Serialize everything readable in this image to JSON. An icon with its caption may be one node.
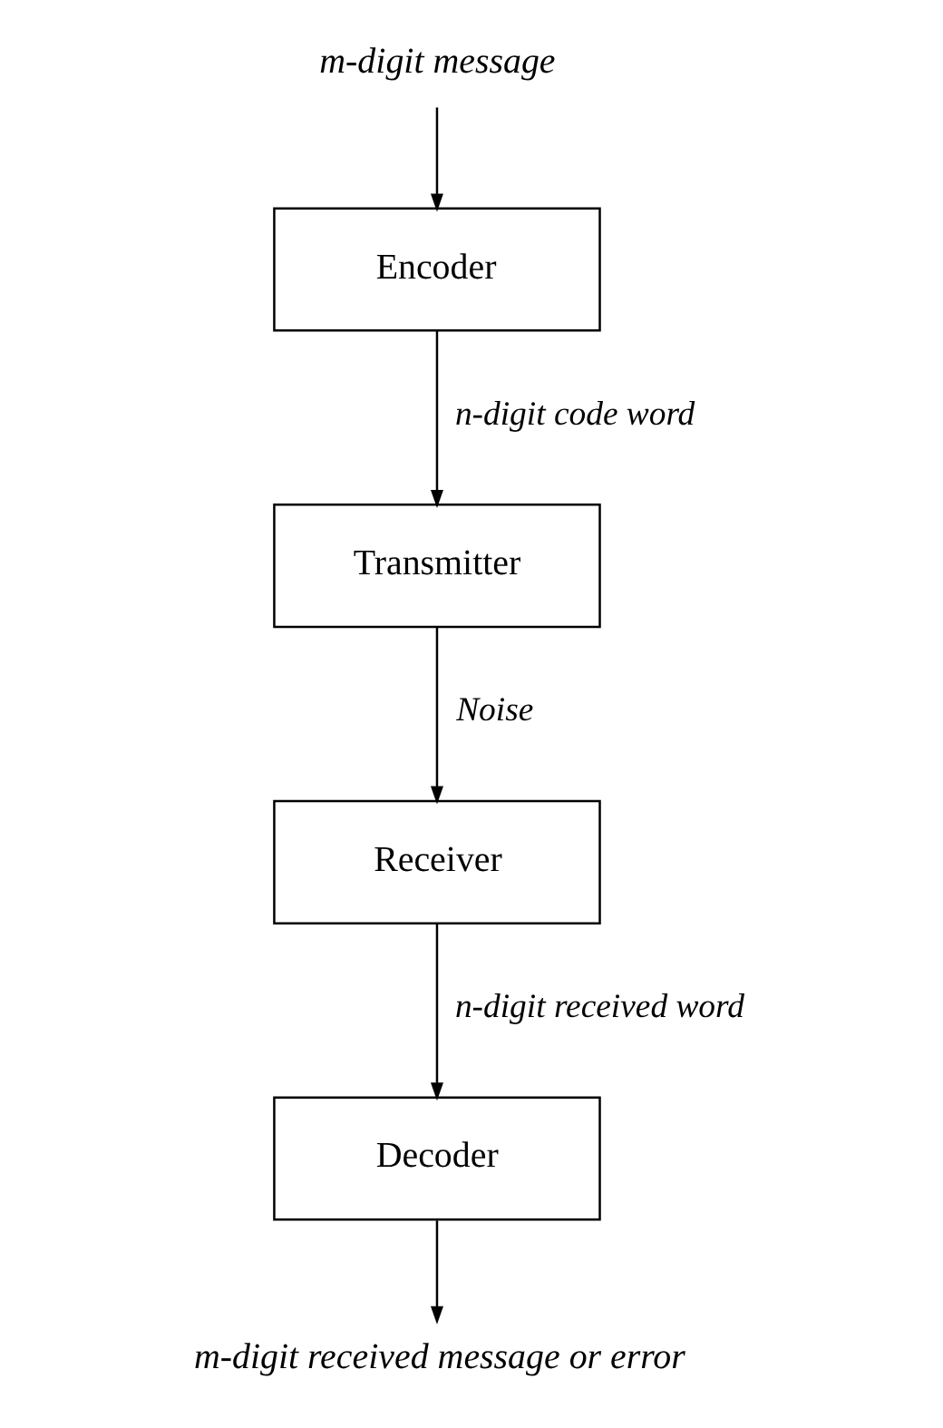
{
  "diagram": {
    "nodes": [
      {
        "text": [
          "m-digit message"
        ]
      },
      {
        "text": [
          "Encoder"
        ]
      },
      {
        "text": [
          "Transmitter"
        ]
      },
      {
        "text": [
          "Receiver"
        ]
      },
      {
        "text": [
          "Decoder"
        ]
      },
      {
        "text": [
          "m-digit received message or error"
        ]
      }
    ],
    "edges": [
      {
        "from": 0,
        "to": 1,
        "arrow": "to"
      },
      {
        "from": 1,
        "to": 2,
        "label": "n-digit code word",
        "arrow": "to"
      },
      {
        "from": 2,
        "to": 3,
        "label": "Noise",
        "arrow": "to"
      },
      {
        "from": 3,
        "to": 4,
        "label": "n-digit received word",
        "arrow": "to"
      },
      {
        "from": 4,
        "to": 5,
        "arrow": "to"
      }
    ]
  }
}
